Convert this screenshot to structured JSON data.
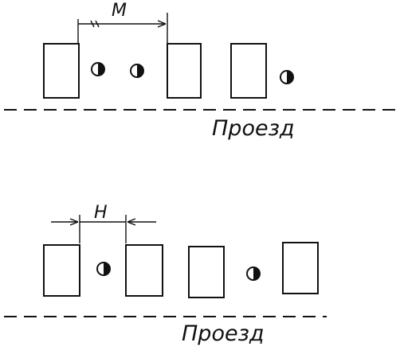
{
  "colors": {
    "ink": "#111111",
    "paper": "#ffffff"
  },
  "top": {
    "dimension_label": "M",
    "road_label": "Проезд"
  },
  "bottom": {
    "dimension_label": "H",
    "road_label": "Проезд"
  },
  "icons": [
    "half-filled-circle-icon"
  ]
}
